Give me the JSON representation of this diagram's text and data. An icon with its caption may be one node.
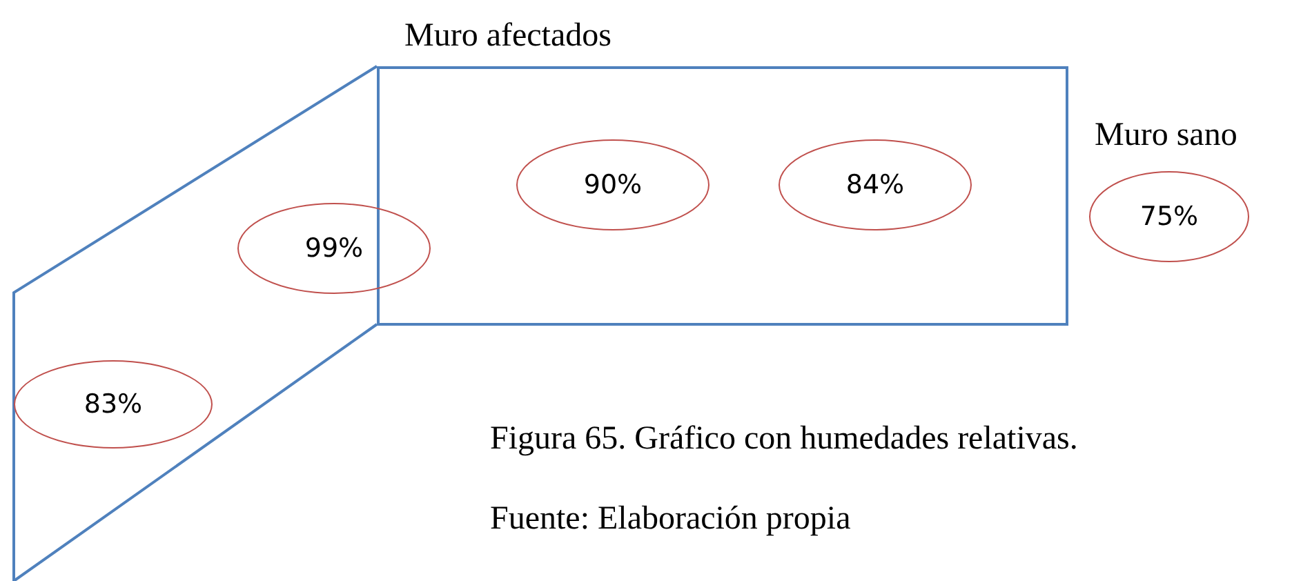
{
  "diagram": {
    "caption": "Figura 65. Gráfico con humedades relativas.",
    "nodes": [
      {
        "text": [
          "Muro afectados"
        ]
      },
      {
        "text": [
          "99%"
        ]
      },
      {
        "text": [
          "90%"
        ],
        "in": 0
      },
      {
        "text": [
          "84%"
        ],
        "in": 0
      },
      {
        "text": [
          "75%"
        ],
        "beside": [
          "Muro sano"
        ]
      },
      {
        "text": [
          "83%"
        ]
      }
    ],
    "labels": [
      "Fuente: Elaboración propia"
    ]
  }
}
